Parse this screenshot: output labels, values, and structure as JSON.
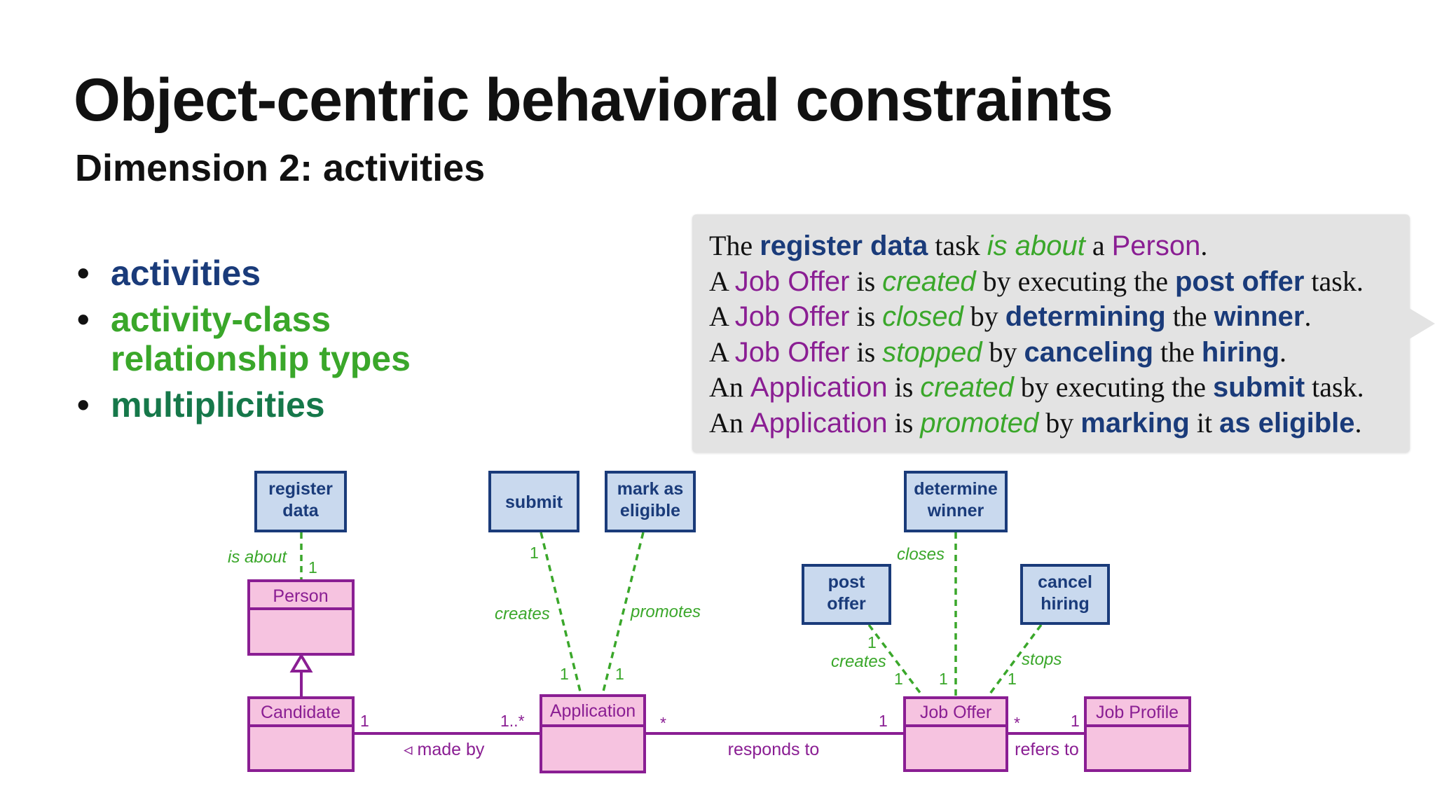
{
  "slide": {
    "title": "Object-centric behavioral constraints",
    "subtitle": "Dimension 2: activities"
  },
  "bullets": [
    {
      "text": "activities",
      "color": "#1a3b7a"
    },
    {
      "line1": "activity-class",
      "line2": "relationship types",
      "color": "#3aa72a"
    },
    {
      "text": "multiplicities",
      "color": "#16784a"
    }
  ],
  "bullet_marker": "•",
  "callout": {
    "lines": [
      [
        {
          "t": "The ",
          "k": "n"
        },
        {
          "t": "register data",
          "k": "task"
        },
        {
          "t": " task ",
          "k": "n"
        },
        {
          "t": "is about",
          "k": "rel"
        },
        {
          "t": " a ",
          "k": "n"
        },
        {
          "t": "Person",
          "k": "cls"
        },
        {
          "t": ".",
          "k": "n"
        }
      ],
      [
        {
          "t": "A ",
          "k": "n"
        },
        {
          "t": "Job Offer",
          "k": "cls"
        },
        {
          "t": " is ",
          "k": "n"
        },
        {
          "t": "created",
          "k": "rel"
        },
        {
          "t": " by executing the ",
          "k": "n"
        },
        {
          "t": "post offer",
          "k": "task"
        },
        {
          "t": " task.",
          "k": "n"
        }
      ],
      [
        {
          "t": "A ",
          "k": "n"
        },
        {
          "t": "Job Offer",
          "k": "cls"
        },
        {
          "t": " is ",
          "k": "n"
        },
        {
          "t": "closed",
          "k": "rel"
        },
        {
          "t": " by ",
          "k": "n"
        },
        {
          "t": "determining",
          "k": "task"
        },
        {
          "t": " the ",
          "k": "n"
        },
        {
          "t": "winner",
          "k": "task"
        },
        {
          "t": ".",
          "k": "n"
        }
      ],
      [
        {
          "t": "A ",
          "k": "n"
        },
        {
          "t": "Job Offer",
          "k": "cls"
        },
        {
          "t": " is ",
          "k": "n"
        },
        {
          "t": "stopped",
          "k": "rel"
        },
        {
          "t": " by ",
          "k": "n"
        },
        {
          "t": "canceling",
          "k": "task"
        },
        {
          "t": " the ",
          "k": "n"
        },
        {
          "t": "hiring",
          "k": "task"
        },
        {
          "t": ".",
          "k": "n"
        }
      ],
      [
        {
          "t": "An ",
          "k": "n"
        },
        {
          "t": "Application",
          "k": "cls"
        },
        {
          "t": " is ",
          "k": "n"
        },
        {
          "t": "created",
          "k": "rel"
        },
        {
          "t": " by executing the ",
          "k": "n"
        },
        {
          "t": "submit",
          "k": "task"
        },
        {
          "t": " task.",
          "k": "n"
        }
      ],
      [
        {
          "t": "An ",
          "k": "n"
        },
        {
          "t": "Application",
          "k": "cls"
        },
        {
          "t": " is ",
          "k": "n"
        },
        {
          "t": "promoted",
          "k": "rel"
        },
        {
          "t": " by ",
          "k": "n"
        },
        {
          "t": "marking",
          "k": "task"
        },
        {
          "t": " it ",
          "k": "n"
        },
        {
          "t": "as eligible",
          "k": "task"
        },
        {
          "t": ".",
          "k": "n"
        }
      ]
    ]
  },
  "diagram": {
    "colors": {
      "task_fill": "#c9d9ee",
      "task_stroke": "#1a3b7a",
      "class_fill": "#f6c3e0",
      "class_stroke": "#8a1e93",
      "relation": "#3aa72a"
    },
    "tasks": {
      "register_data": [
        "register",
        "data"
      ],
      "submit": [
        "submit"
      ],
      "mark_as_eligible": [
        "mark as",
        "eligible"
      ],
      "determine_winner": [
        "determine",
        "winner"
      ],
      "post_offer": [
        "post",
        "offer"
      ],
      "cancel_hiring": [
        "cancel",
        "hiring"
      ]
    },
    "classes": {
      "person": "Person",
      "candidate": "Candidate",
      "application": "Application",
      "job_offer": "Job Offer",
      "job_profile": "Job Profile"
    },
    "relations": {
      "is_about": "is about",
      "creates_app": "creates",
      "promotes": "promotes",
      "closes": "closes",
      "creates_offer": "creates",
      "stops": "stops"
    },
    "multiplicities": {
      "is_about_person": "1",
      "submit_task": "1",
      "submit_app": "1",
      "promote_app": "1",
      "post_task": "1",
      "post_offer_end": "1",
      "closes_offer_end": "1",
      "stops_offer_end": "1",
      "madeby_candidate": "1",
      "madeby_app": "1..*",
      "responds_app": "*",
      "responds_offer": "1",
      "refers_offer": "*",
      "refers_profile": "1"
    },
    "associations": {
      "made_by": "◃ made by",
      "responds_to": "responds to",
      "refers_to": "refers to"
    }
  }
}
